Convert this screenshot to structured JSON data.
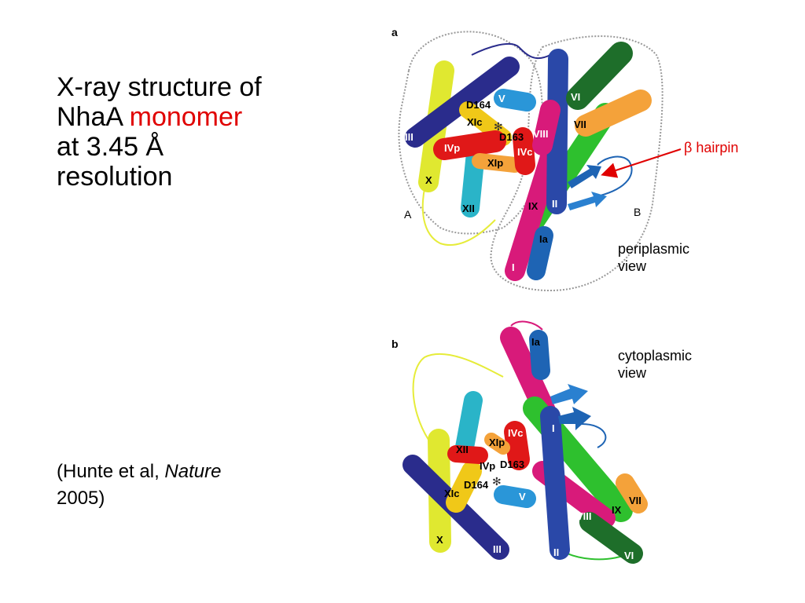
{
  "title": {
    "line1": "X-ray structure of",
    "line2_prefix": "NhaA ",
    "line2_highlight": "monomer",
    "line3": "at 3.45 Å",
    "line4": "resolution"
  },
  "citation": {
    "prefix": "(Hunte et al, ",
    "journal": "Nature",
    "year": "2005)"
  },
  "figure_a": {
    "panel": "a",
    "domain_a": "A",
    "domain_b": "B",
    "view_line1": "periplasmic",
    "view_line2": "view",
    "annotation_symbol": "β",
    "annotation_text": " hairpin",
    "labels": {
      "iii": "III",
      "x": "X",
      "xii": "XII",
      "ivp": "IVp",
      "xic": "XIc",
      "d164": "D164",
      "d163": "D163",
      "v": "V",
      "ivc": "IVc",
      "xip": "XIp",
      "viii": "VIII",
      "vii": "VII",
      "vi": "VI",
      "ix": "IX",
      "ii": "II",
      "ia": "Ia",
      "i": "I",
      "star": "✻"
    }
  },
  "figure_b": {
    "panel": "b",
    "view_line1": "cytoplasmic",
    "view_line2": "view",
    "labels": {
      "ia": "Ia",
      "i": "I",
      "xii": "XII",
      "xip": "XIp",
      "ivc": "IVc",
      "ivp": "IVp",
      "d163": "D163",
      "d164": "D164",
      "xic": "XIc",
      "v": "V",
      "vii": "VII",
      "ix": "IX",
      "viii": "VIII",
      "x": "X",
      "iii": "III",
      "ii": "II",
      "vi": "VI",
      "star": "✻"
    }
  },
  "colors": {
    "red": "#e00000",
    "navy": "#2a2c8c",
    "yellow": "#e8ee2a",
    "teal": "#2ab4c8",
    "green": "#2ec02e",
    "darkgreen": "#1e6e2a",
    "orange": "#f4a23a",
    "magenta": "#d81a7a",
    "blue": "#1e64b4",
    "helixred": "#e01818"
  }
}
